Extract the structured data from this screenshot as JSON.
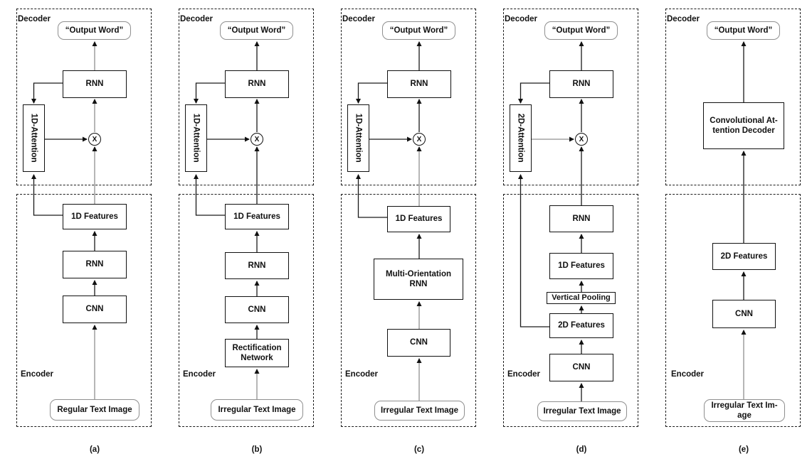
{
  "panels": [
    {
      "caption": "(a)",
      "decoder": {
        "label": "Decoder",
        "output": "“Output Word”",
        "rnn": "RNN",
        "attention": "1D-Attention",
        "multiply": "X"
      },
      "encoder": {
        "label": "Encoder",
        "features": "1D Features",
        "rnn": "RNN",
        "cnn": "CNN",
        "input": "Regular Text Image"
      }
    },
    {
      "caption": "(b)",
      "decoder": {
        "label": "Decoder",
        "output": "“Output Word”",
        "rnn": "RNN",
        "attention": "1D-Attention",
        "multiply": "X"
      },
      "encoder": {
        "label": "Encoder",
        "features": "1D Features",
        "rnn": "RNN",
        "cnn": "CNN",
        "rectification": "Rectification\nNetwork",
        "input": "Irregular Text Image"
      }
    },
    {
      "caption": "(c)",
      "decoder": {
        "label": "Decoder",
        "output": "“Output Word”",
        "rnn": "RNN",
        "attention": "1D-Attention",
        "multiply": "X"
      },
      "encoder": {
        "label": "Encoder",
        "features": "1D Features",
        "multi_orientation_rnn": "Multi-Orientation\nRNN",
        "cnn": "CNN",
        "input": "Irregular Text Image"
      }
    },
    {
      "caption": "(d)",
      "decoder": {
        "label": "Decoder",
        "output": "“Output Word”",
        "rnn": "RNN",
        "attention": "2D-Attention",
        "multiply": "X"
      },
      "encoder": {
        "label": "Encoder",
        "rnn": "RNN",
        "features_1d": "1D Features",
        "pooling": "Vertical Pooling",
        "features_2d": "2D Features",
        "cnn": "CNN",
        "input": "Irregular Text Image"
      }
    },
    {
      "caption": "(e)",
      "decoder": {
        "label": "Decoder",
        "output": "“Output Word”",
        "conv_attention_decoder": "Convolutional At-\ntention Decoder"
      },
      "encoder": {
        "label": "Encoder",
        "features": "2D Features",
        "cnn": "CNN",
        "input": "Irregular Text Im-\nage"
      }
    }
  ]
}
